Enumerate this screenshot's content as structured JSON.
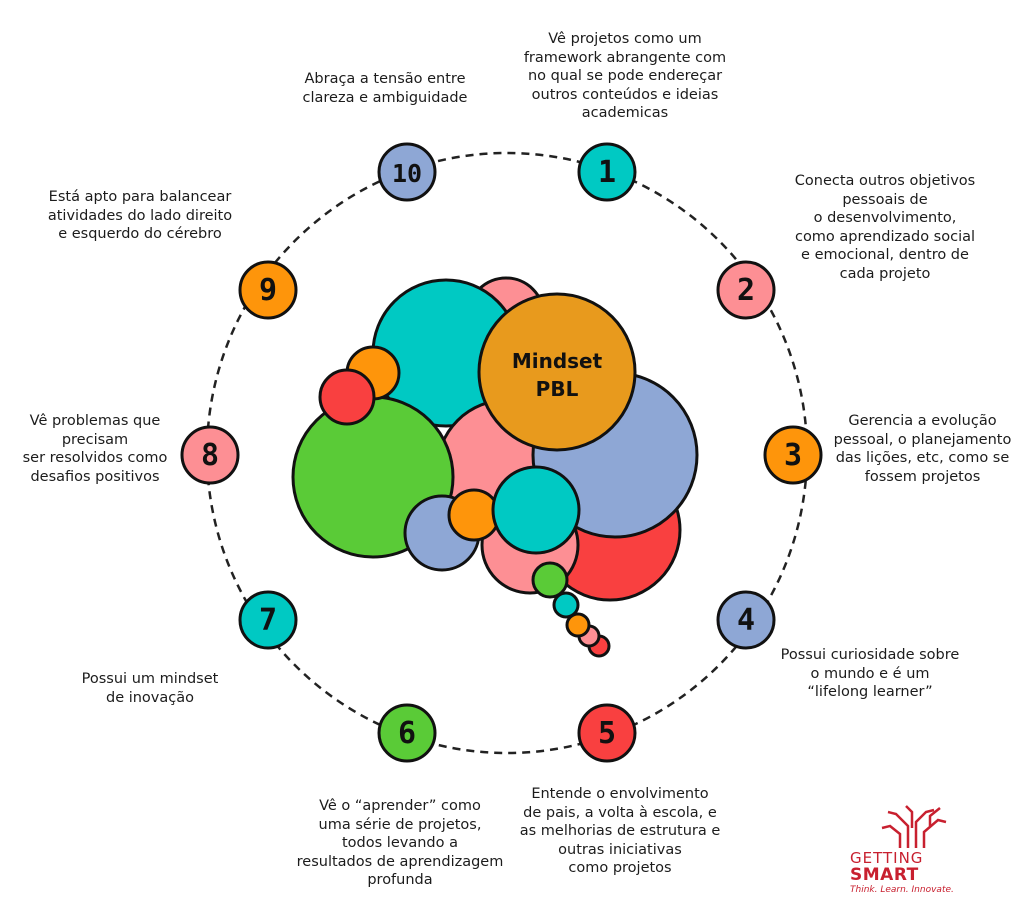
{
  "center_label": {
    "line1": "Mindset",
    "line2": "PBL"
  },
  "items": [
    {
      "number": "1",
      "color": "#00c9c3",
      "text": "Vê projetos como um\nframework abrangente com\nno qual se pode endereçar\noutros conteúdos e ideias\nacademicas"
    },
    {
      "number": "2",
      "color": "#fd8f94",
      "text": "Conecta outros objetivos\npessoais de\no desenvolvimento,\ncomo aprendizado social\ne emocional, dentro de\ncada projeto"
    },
    {
      "number": "3",
      "color": "#fe950b",
      "text": "Gerencia a evolução\npessoal, o planejamento\ndas lições, etc, como se\nfossem projetos"
    },
    {
      "number": "4",
      "color": "#8ea7d5",
      "text": "Possui curiosidade sobre\no mundo e é um\n“lifelong learner”"
    },
    {
      "number": "5",
      "color": "#f94040",
      "text": "Entende o envolvimento\nde pais, a volta à escola, e\nas melhorias de estrutura e\noutras iniciativas\ncomo projetos"
    },
    {
      "number": "6",
      "color": "#5acb37",
      "text": "Vê o “aprender” como\numa série de projetos,\ntodos levando a\nresultados de aprendizagem\nprofunda"
    },
    {
      "number": "7",
      "color": "#00c9c3",
      "text": "Possui um mindset\nde inovação"
    },
    {
      "number": "8",
      "color": "#fd8f94",
      "text": "Vê problemas que\nprecisam\nser resolvidos como\ndesafios positivos"
    },
    {
      "number": "9",
      "color": "#fe950b",
      "text": "Está apto para balancear\natividades do lado direito\ne esquerdo do cérebro"
    },
    {
      "number": "10",
      "color": "#8ea7d5",
      "text": "Abraça a tensão entre\nclareza e ambiguidade"
    }
  ],
  "brand": {
    "line1": "GETTING",
    "line2": "SMART",
    "tagline": "Think. Learn. Innovate.",
    "color": "#c8202f"
  }
}
